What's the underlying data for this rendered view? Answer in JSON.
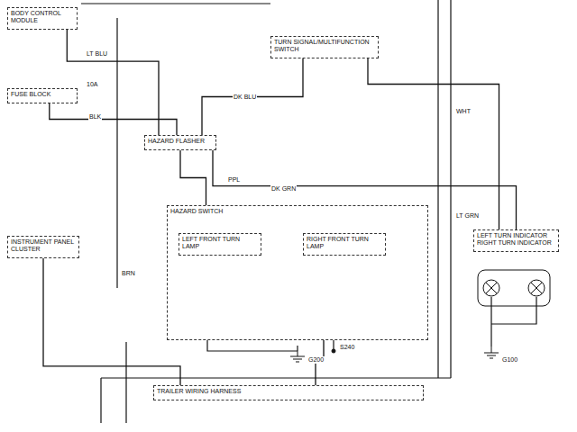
{
  "diagram": {
    "nodes": [
      {
        "text": [
          "BODY CONTROL MODULE"
        ]
      },
      {
        "text": [
          "TURN SIGNAL/MULTIFUNCTION SWITCH"
        ]
      },
      {
        "text": [
          "FUSE BLOCK"
        ]
      },
      {
        "text": [
          "HAZARD FLASHER"
        ]
      },
      {
        "text": [
          "INSTRUMENT PANEL CLUSTER"
        ]
      },
      {
        "text": [
          "HAZARD SWITCH"
        ]
      },
      {
        "text": [
          "LEFT FRONT TURN LAMP"
        ],
        "in": 5
      },
      {
        "text": [
          "RIGHT FRONT TURN LAMP"
        ],
        "in": 5
      },
      {
        "text": [
          "LEFT TURN INDICATOR",
          "RIGHT TURN INDICATOR"
        ]
      },
      {
        "text": [
          "TRAILER WIRING HARNESS"
        ]
      }
    ],
    "edges": [
      {
        "from": 0,
        "to": 3,
        "arrow": "none"
      },
      {
        "from": 1,
        "to": 3,
        "arrow": "none"
      },
      {
        "from": 2,
        "to": 3,
        "arrow": "none"
      },
      {
        "from": 3,
        "to": 5,
        "arrow": "none"
      },
      {
        "from": 3,
        "to": 8,
        "arrow": "none"
      },
      {
        "from": 1,
        "to": 8,
        "arrow": "none"
      },
      {
        "from": 5,
        "to": 9,
        "arrow": "none"
      },
      {
        "from": 4,
        "to": 9,
        "arrow": "none"
      }
    ],
    "labels": [
      "LT BLU",
      "DK BLU",
      "BLK",
      "PPL",
      "LT GRN",
      "DK GRN",
      "BRN",
      "WHT",
      "G100",
      "G200",
      "S240",
      "10A"
    ]
  }
}
